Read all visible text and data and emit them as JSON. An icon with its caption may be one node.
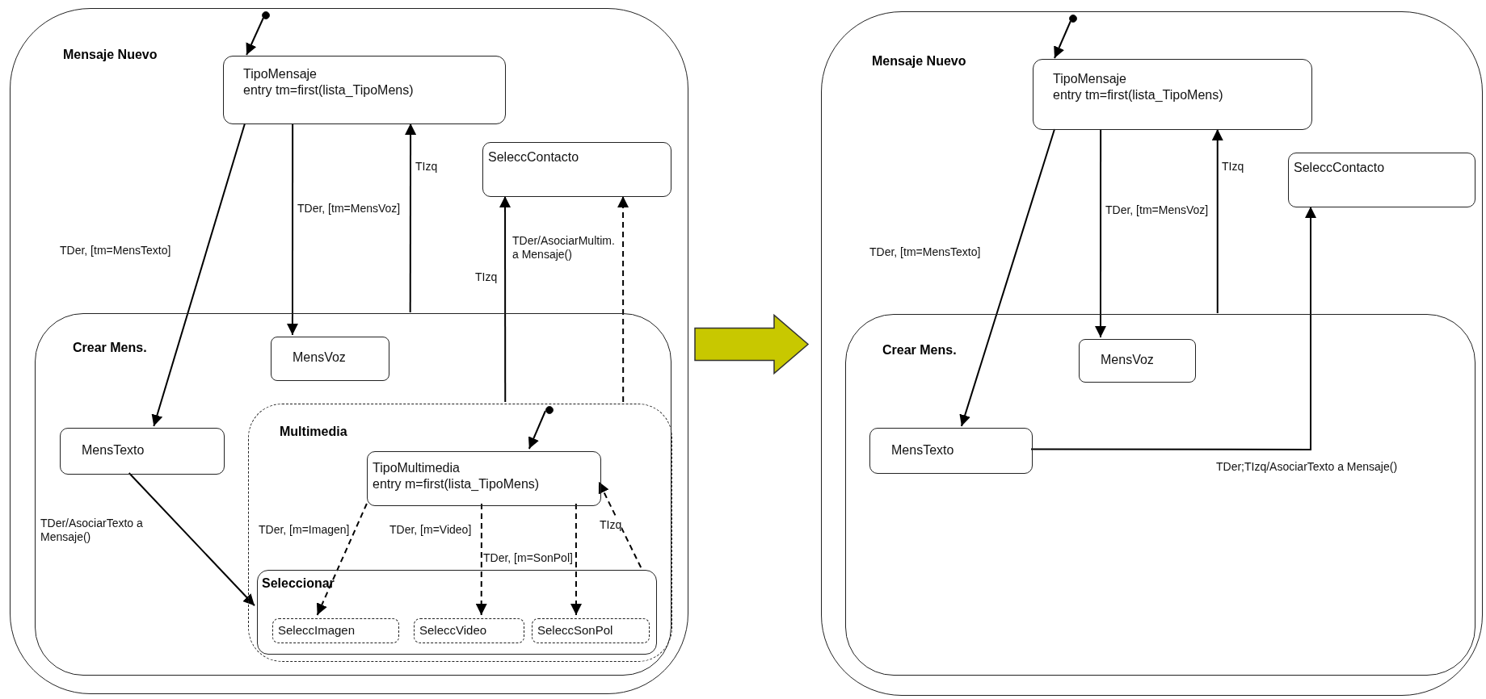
{
  "diagram": {
    "nodes": [
      {
        "text": [
          "Mensaje Nuevo"
        ]
      },
      {
        "text": [],
        "shape": "circle",
        "in": 0
      },
      {
        "text": [
          "TipoMensaje",
          "entry tm=first(lista_TipoMens)"
        ],
        "in": 0
      },
      {
        "text": [
          "SeleccContacto"
        ],
        "in": 0
      },
      {
        "text": [
          "Crear Mens."
        ],
        "in": 0
      },
      {
        "text": [
          "MensVoz"
        ],
        "in": 4
      },
      {
        "text": [
          "MensTexto"
        ],
        "in": 4
      },
      {
        "text": [
          "Multimedia"
        ],
        "in": 4
      },
      {
        "text": [],
        "shape": "circle",
        "in": 7
      },
      {
        "text": [
          "TipoMultimedia",
          "entry m=first(lista_TipoMens)"
        ],
        "in": 7
      },
      {
        "text": [
          "Seleccionar"
        ],
        "in": 7
      },
      {
        "text": [
          "SeleccImagen"
        ],
        "in": 10
      },
      {
        "text": [
          "SeleccVideo"
        ],
        "in": 10
      },
      {
        "text": [
          "SeleccSonPol"
        ],
        "in": 10
      },
      {
        "text": [
          "Mensaje Nuevo"
        ]
      },
      {
        "text": [],
        "shape": "circle",
        "in": 14
      },
      {
        "text": [
          "TipoMensaje",
          "entry tm=first(lista_TipoMens)"
        ],
        "in": 14
      },
      {
        "text": [
          "SeleccContacto"
        ],
        "in": 14
      },
      {
        "text": [
          "Crear Mens."
        ],
        "in": 14
      },
      {
        "text": [
          "MensVoz"
        ],
        "in": 18
      },
      {
        "text": [
          "MensTexto"
        ],
        "in": 18
      }
    ],
    "edges": [
      {
        "from": 1,
        "to": 2,
        "arrow": "to"
      },
      {
        "from": 2,
        "to": 6,
        "arrow": "to",
        "label": "TDer, [tm=MensTexto]"
      },
      {
        "from": 2,
        "to": 5,
        "arrow": "to",
        "label": "TDer, [tm=MensVoz]"
      },
      {
        "from": 4,
        "to": 2,
        "arrow": "to",
        "label": "TIzq"
      },
      {
        "from": 7,
        "to": 3,
        "arrow": "to",
        "label": "TIzq"
      },
      {
        "from": 7,
        "to": 3,
        "arrow": "to",
        "label": "TDer/AsociarMultim. a Mensaje()",
        "style": "dashed"
      },
      {
        "from": 6,
        "to": 10,
        "arrow": "to",
        "label": "TDer/AsociarTexto a Mensaje()"
      },
      {
        "from": 8,
        "to": 9,
        "arrow": "to"
      },
      {
        "from": 9,
        "to": 11,
        "arrow": "to",
        "label": "TDer, [m=Imagen]",
        "style": "dashed"
      },
      {
        "from": 9,
        "to": 12,
        "arrow": "to",
        "label": "TDer, [m=Video]",
        "style": "dashed"
      },
      {
        "from": 9,
        "to": 13,
        "arrow": "to",
        "label": "TDer, [m=SonPol]",
        "style": "dashed"
      },
      {
        "from": 10,
        "to": 9,
        "arrow": "to",
        "label": "TIzq",
        "style": "dashed"
      },
      {
        "from": 15,
        "to": 16,
        "arrow": "to"
      },
      {
        "from": 16,
        "to": 20,
        "arrow": "to",
        "label": "TDer, [tm=MensTexto]"
      },
      {
        "from": 16,
        "to": 19,
        "arrow": "to",
        "label": "TDer, [tm=MensVoz]"
      },
      {
        "from": 18,
        "to": 16,
        "arrow": "to",
        "label": "TIzq"
      },
      {
        "from": 20,
        "to": 17,
        "arrow": "to",
        "label": "TDer;TIzq/AsociarTexto a Mensaje()"
      },
      {
        "from": 0,
        "to": 14,
        "arrow": "to",
        "style": "thick",
        "color": "#c8c800"
      }
    ]
  }
}
